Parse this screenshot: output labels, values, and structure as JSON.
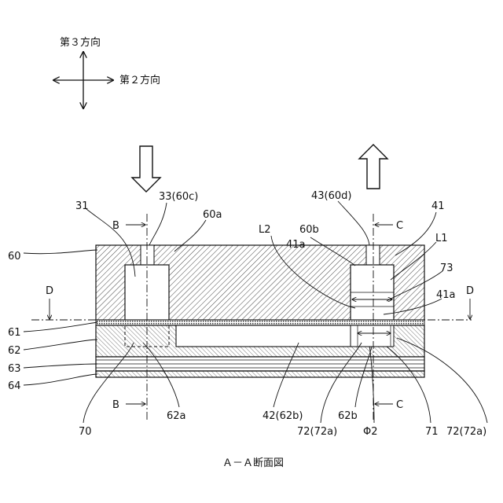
{
  "directions": {
    "third": "第３方向",
    "second": "第２方向"
  },
  "caption": "Ａ－Ａ断面図",
  "section_marks": {
    "b": "B",
    "c": "C",
    "d": "D"
  },
  "labels": {
    "l31": "31",
    "l33": "33(60c)",
    "l60a": "60a",
    "l43": "43(60d)",
    "l41": "41",
    "l60b": "60b",
    "lL2": "L2",
    "l41a_top": "41a",
    "lL1": "L1",
    "l73": "73",
    "l41a_side": "41a",
    "l60": "60",
    "l61": "61",
    "l62": "62",
    "l63": "63",
    "l64": "64",
    "l70": "70",
    "l62a": "62a",
    "l42": "42(62b)",
    "l62b": "62b",
    "l72_left": "72(72a)",
    "lphi2": "Φ2",
    "l71": "71",
    "l72_right": "72(72a)"
  }
}
